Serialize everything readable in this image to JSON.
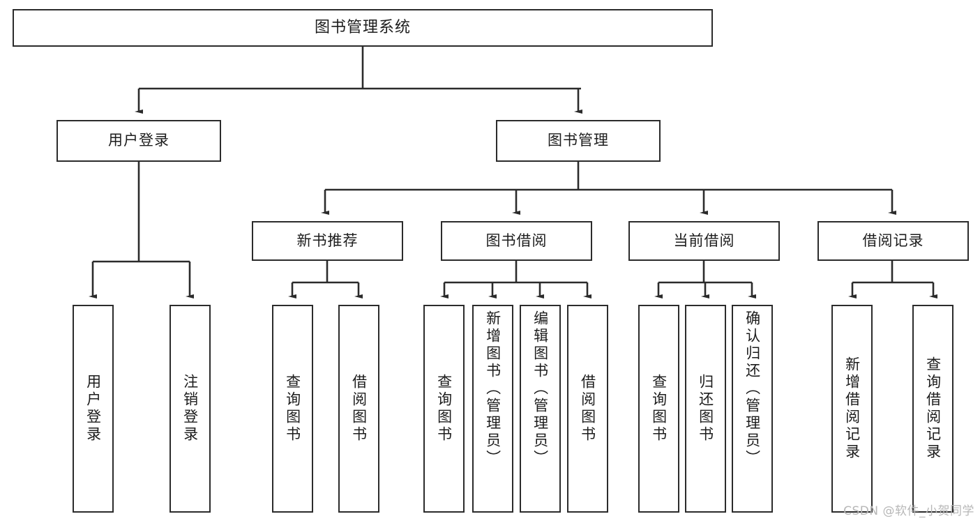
{
  "diagram": {
    "title": "图书管理系统",
    "type": "tree-hierarchy",
    "watermark": "CSDN @软件_小贺同学",
    "colors": {
      "stroke": "#2b2b2b",
      "fill": "#ffffff",
      "text": "#1c1c1c",
      "watermark": "#b7b7b7"
    },
    "nodes": {
      "root": {
        "label": "图书管理系统"
      },
      "level2": [
        {
          "label": "用户登录"
        },
        {
          "label": "图书管理"
        }
      ],
      "level3": [
        {
          "label": "新书推荐"
        },
        {
          "label": "图书借阅"
        },
        {
          "label": "当前借阅"
        },
        {
          "label": "借阅记录"
        }
      ],
      "leaves": {
        "user_login": [
          {
            "label": "用户登录"
          },
          {
            "label": "注销登录"
          }
        ],
        "new_book_recommend": [
          {
            "label": "查询图书"
          },
          {
            "label": "借阅图书"
          }
        ],
        "book_borrow": [
          {
            "label": "查询图书"
          },
          {
            "label": "新增图书（管理员）"
          },
          {
            "label": "编辑图书（管理员）"
          },
          {
            "label": "借阅图书"
          }
        ],
        "current_borrow": [
          {
            "label": "查询图书"
          },
          {
            "label": "归还图书"
          },
          {
            "label": "确认归还（管理员）"
          }
        ],
        "borrow_record": [
          {
            "label": "新增借阅记录"
          },
          {
            "label": "查询借阅记录"
          }
        ]
      }
    }
  }
}
